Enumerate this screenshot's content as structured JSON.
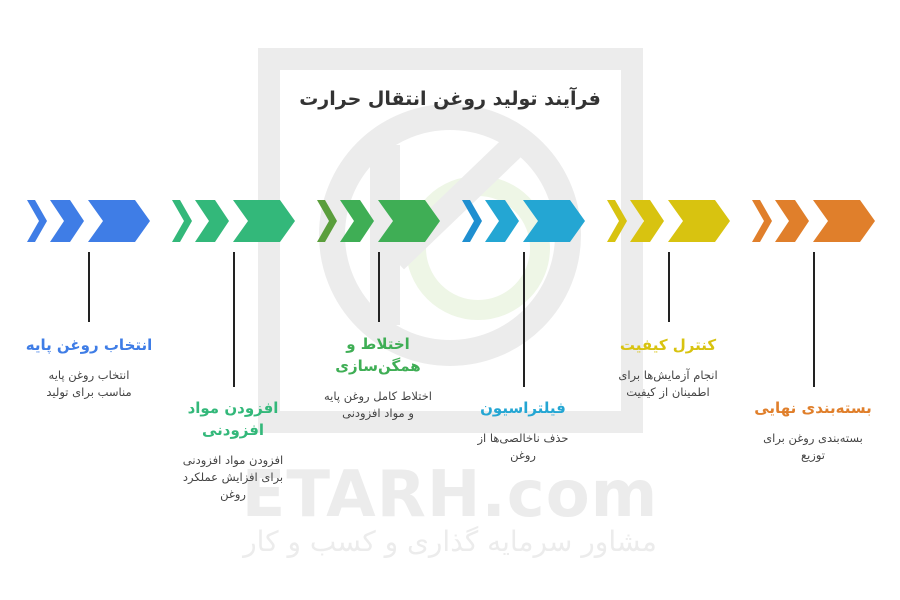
{
  "title": "فرآیند تولید روغن انتقال حرارت",
  "watermark": {
    "site": "ETARH.com",
    "tagline": "مشاور سرمایه گذاری و کسب و کار"
  },
  "colors": {
    "blue": "#3f7de6",
    "green": "#33b87a",
    "olive": "#5a9e3c",
    "cyan": "#24a6d3",
    "yellow": "#d8c310",
    "orange": "#e07f2b",
    "watermark": "#ececec"
  },
  "steps": [
    {
      "title": "انتخاب روغن پایه",
      "desc": [
        "انتخاب روغن پایه",
        "مناسب برای تولید"
      ]
    },
    {
      "title": [
        "افزودن مواد",
        "افزودنی"
      ],
      "desc": [
        "افزودن مواد افزودنی",
        "برای افزایش عملکرد",
        "روغن"
      ]
    },
    {
      "title": [
        "اختلاط و",
        "همگن‌سازی"
      ],
      "desc": [
        "اختلاط کامل روغن پایه",
        "و مواد افزودنی"
      ]
    },
    {
      "title": "فیلتراسیون",
      "desc": [
        "حذف ناخالصی‌ها از",
        "روغن"
      ]
    },
    {
      "title": "کنترل کیفیت",
      "desc": [
        "انجام آزمایش‌ها برای",
        "اطمینان از کیفیت"
      ]
    },
    {
      "title": "بسته‌بندی نهایی",
      "desc": [
        "بسته‌بندی روغن برای",
        "توزیع"
      ]
    }
  ]
}
